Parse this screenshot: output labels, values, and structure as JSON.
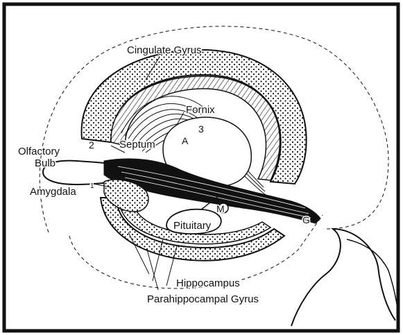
{
  "diagram": {
    "labels": {
      "cingulate_gyrus": "Cingulate Gyrus",
      "fornix": "Fornix",
      "septum": "Septum",
      "olfactory_bulb_line1": "Olfactory",
      "olfactory_bulb_line2": "Bulb",
      "amygdala": "Amygdala",
      "pituitary": "Pituitary",
      "hippocampus": "Hippocampus",
      "parahippocampal_gyrus": "Parahippocampal Gyrus",
      "marker_1": "1",
      "marker_2": "2",
      "marker_3": "3",
      "marker_a": "A",
      "marker_m": "M",
      "marker_g": "G"
    },
    "colors": {
      "ink": "#111111",
      "paper": "#ffffff"
    }
  }
}
